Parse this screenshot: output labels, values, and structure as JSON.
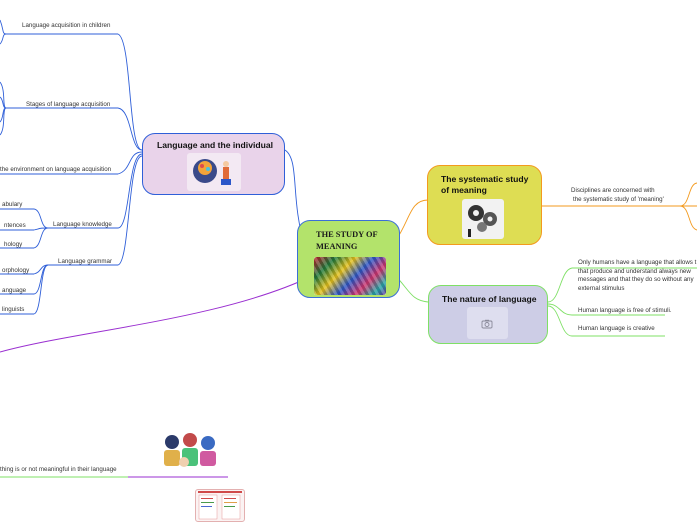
{
  "central": {
    "title_line1": "THE STUDY OF",
    "title_line2": "MEANING",
    "color": "#b3e36b",
    "border": "#3b6fd6"
  },
  "left_branch": {
    "title": "Language and the individual",
    "color": "#e9d3ea",
    "border": "#2f5fd8",
    "labels": {
      "acquisition_children": "Language acquisition in children",
      "stages": "Stages of language acquisition",
      "environment": "the environment on language acquisition",
      "vocabulary": "abulary",
      "sentences": "ntences",
      "psychology": "hology",
      "knowledge": "Language knowledge",
      "morphology": "orphology",
      "language": "anguage",
      "linguists": "linguists",
      "grammar": "Language grammar"
    }
  },
  "right_top": {
    "title_line1": "The systematic study",
    "title_line2": "of meaning",
    "color": "#dedd53",
    "border": "#f39a1e",
    "note_line1": "Disciplines are concerned with",
    "note_line2": "the systematic study of 'meaning'"
  },
  "right_bottom": {
    "title": "The nature of language",
    "color": "#cdcde6",
    "border": "#7fe066",
    "camera_icon": "camera-icon",
    "items": [
      {
        "lines": [
          "Only humans have a language that allows t",
          "that produce and understand always new",
          " messages and that they do so without any",
          "external stimulus"
        ]
      },
      {
        "lines": [
          "Human language is free of stimuli."
        ]
      },
      {
        "lines": [
          "Human language is creative"
        ]
      }
    ]
  },
  "bottom": {
    "meaningful_text": "thing is or not meaningful in their language"
  },
  "colors": {
    "blue_line": "#2f5fd8",
    "orange_line": "#f39a1e",
    "green_line": "#7fe066",
    "purple_line": "#9a2fd0"
  }
}
